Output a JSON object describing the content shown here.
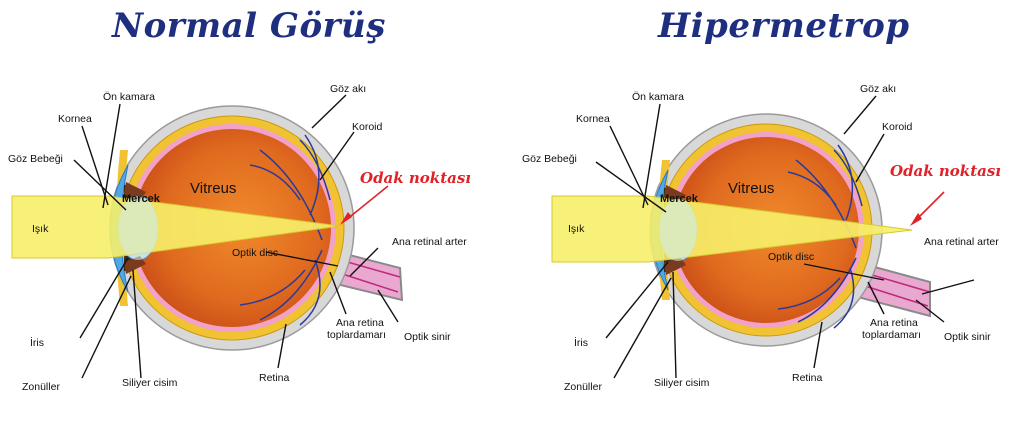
{
  "diagrams": [
    {
      "title": "Normal Görüş",
      "labels": {
        "on_kamara": "Ön kamara",
        "kornea": "Kornea",
        "goz_bebegi": "Göz Bebeği",
        "isik": "Işık",
        "iris": "İris",
        "zonuller": "Zonüller",
        "silyer_cisim": "Siliyer cisim",
        "retina": "Retina",
        "ana_retina_top_1": "Ana retina",
        "ana_retina_top_2": "toplardamarı",
        "optik_sinir": "Optik sinir",
        "ana_retinal_arter": "Ana retinal arter",
        "optik_disc": "Optik disc",
        "vitreus": "Vitreus",
        "mercek": "Mercek",
        "goz_aki": "Göz akı",
        "koroid": "Koroid",
        "odak_noktasi": "Odak noktası"
      }
    },
    {
      "title": "Hipermetrop",
      "labels": {
        "on_kamara": "Ön kamara",
        "kornea": "Kornea",
        "goz_bebegi": "Göz Bebeği",
        "isik": "Işık",
        "iris": "İris",
        "zonuller": "Zonüller",
        "silyer_cisim": "Siliyer cisim",
        "retina": "Retina",
        "ana_retina_top_1": "Ana retina",
        "ana_retina_top_2": "toplardamarı",
        "optik_sinir": "Optik sinir",
        "ana_retinal_arter": "Ana retinal arter",
        "optik_disc": "Optik disc",
        "vitreus": "Vitreus",
        "mercek": "Mercek",
        "goz_aki": "Göz akı",
        "koroid": "Koroid",
        "odak_noktasi": "Odak noktası"
      }
    }
  ],
  "colors": {
    "title": "#1f2f80",
    "focal_label": "#e02228",
    "light_beam": "#f7ef6a",
    "sclera": "#d8d8d8",
    "choroid": "#f1c232",
    "vitreous": "#e0701f",
    "retina_band": "#f2a1c8",
    "vessels": "#2b3a9a",
    "cornea": "#4fa9e6",
    "lens": "#b9dcf2"
  }
}
